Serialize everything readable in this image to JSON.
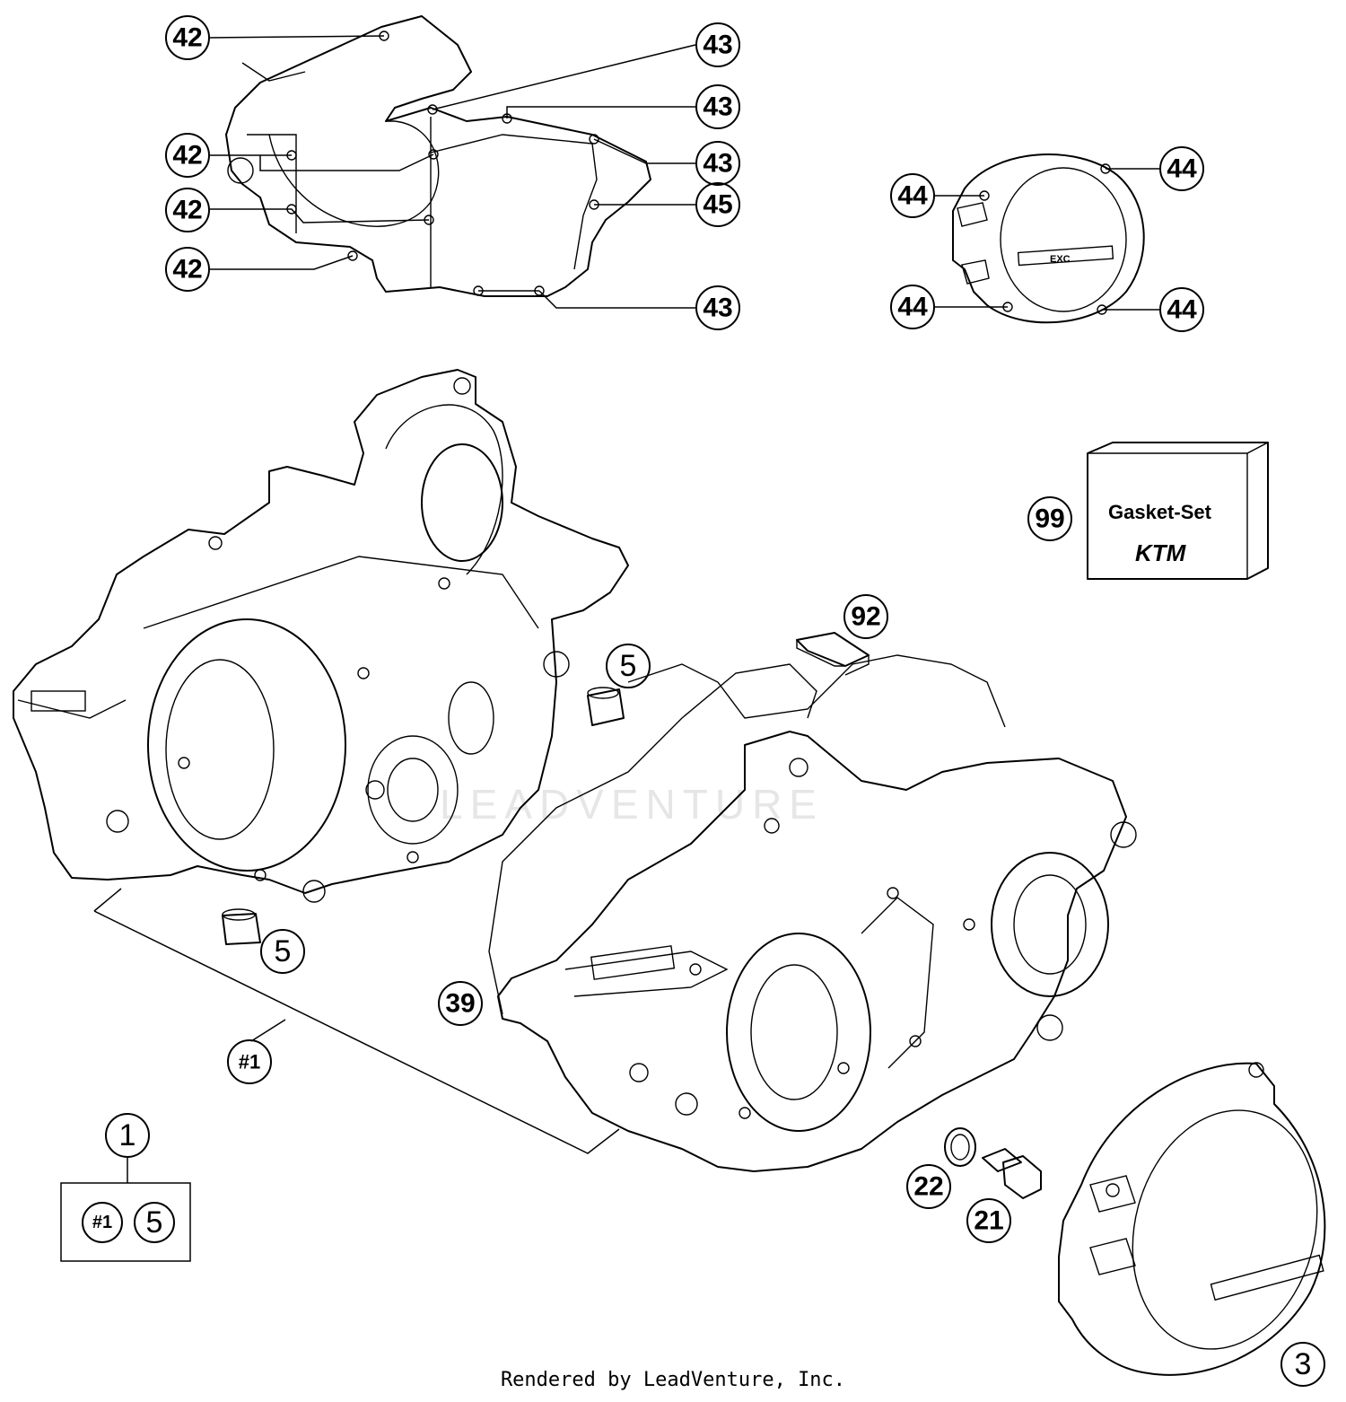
{
  "callouts": {
    "c42a": "42",
    "c42b": "42",
    "c42c": "42",
    "c42d": "42",
    "c43a": "43",
    "c43b": "43",
    "c43c": "43",
    "c43d": "43",
    "c45": "45",
    "c44a": "44",
    "c44b": "44",
    "c44c": "44",
    "c44d": "44",
    "c99": "99",
    "c92": "92",
    "c5a": "5",
    "c5b": "5",
    "c39": "39",
    "c1hash": "#1",
    "c1": "1",
    "c1box_hash": "#1",
    "c1box_5": "5",
    "c22": "22",
    "c21": "21",
    "c3": "3"
  },
  "gasket_box": {
    "label": "Gasket-Set",
    "logo": "KTM"
  },
  "cover_logo": "EXC",
  "watermark": "LEADVENTURE",
  "footer": "Rendered by LeadVenture, Inc."
}
